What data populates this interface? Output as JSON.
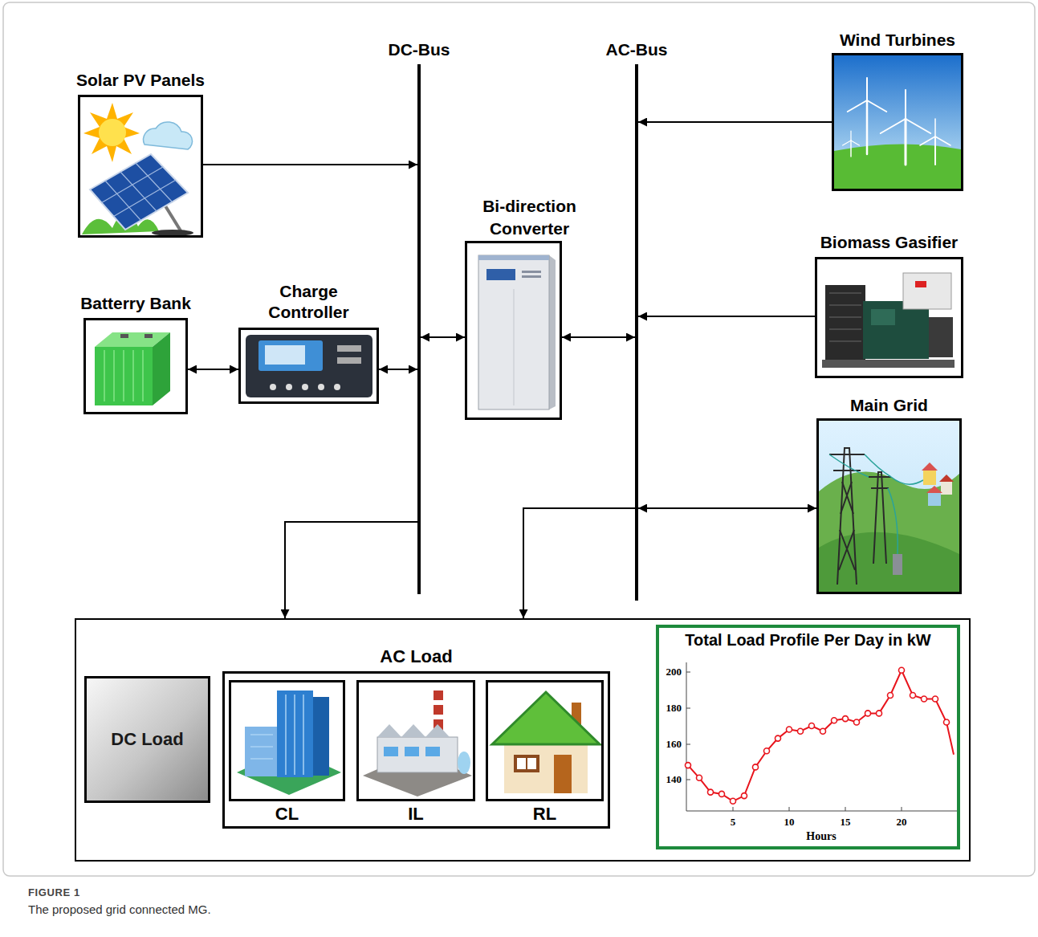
{
  "diagram": {
    "caption": "The proposed grid connected MG.",
    "nodes": [
      {
        "text": [
          "Solar PV Panels"
        ]
      },
      {
        "text": [
          "DC-Bus"
        ]
      },
      {
        "text": [
          "AC-Bus"
        ]
      },
      {
        "text": [
          "Wind Turbines"
        ]
      },
      {
        "text": [
          "Bi-direction Converter"
        ]
      },
      {
        "text": [
          "Batterry Bank"
        ]
      },
      {
        "text": [
          "Charge Controller"
        ]
      },
      {
        "text": [
          "Biomass Gasifier"
        ]
      },
      {
        "text": [
          "Main Grid"
        ]
      },
      {
        "text": []
      },
      {
        "text": [
          "DC Load"
        ],
        "in": 9
      },
      {
        "text": [
          "AC Load"
        ],
        "in": 9
      },
      {
        "text": [
          "CL"
        ],
        "in": 11
      },
      {
        "text": [
          "IL"
        ],
        "in": 11
      },
      {
        "text": [
          "RL"
        ],
        "in": 11
      },
      {
        "text": [
          "Total Load Profile Per Day in kW"
        ],
        "in": 9
      }
    ],
    "edges": [
      {
        "from": 0,
        "to": 1,
        "arrow": "to"
      },
      {
        "from": 5,
        "to": 6,
        "arrow": "both"
      },
      {
        "from": 6,
        "to": 1,
        "arrow": "both"
      },
      {
        "from": 1,
        "to": 4,
        "arrow": "both"
      },
      {
        "from": 4,
        "to": 2,
        "arrow": "both"
      },
      {
        "from": 3,
        "to": 2,
        "arrow": "to"
      },
      {
        "from": 7,
        "to": 2,
        "arrow": "to"
      },
      {
        "from": 2,
        "to": 8,
        "arrow": "both"
      },
      {
        "from": 1,
        "to": 9,
        "arrow": "to"
      },
      {
        "from": 2,
        "to": 9,
        "arrow": "to"
      }
    ],
    "labels": [
      "200",
      "180",
      "160",
      "140",
      "5",
      "10",
      "15",
      "20",
      "Hours",
      "FIGURE 1"
    ]
  }
}
